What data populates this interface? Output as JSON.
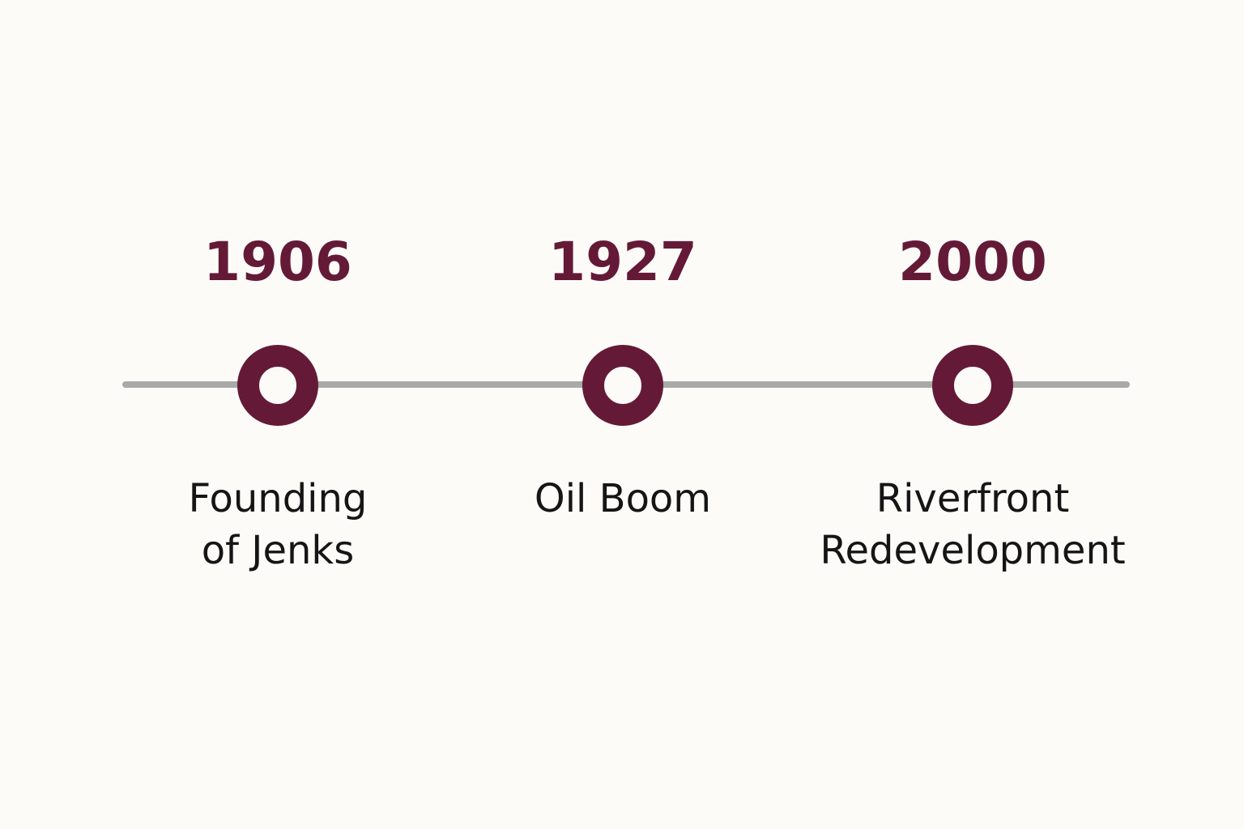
{
  "timeline": {
    "colors": {
      "accent": "#641a36",
      "line": "#a9a9a9",
      "text": "#151515",
      "background": "#fcfbf8"
    },
    "events": [
      {
        "year": "1906",
        "label_lines": [
          "Founding",
          "of Jenks"
        ]
      },
      {
        "year": "1927",
        "label_lines": [
          "Oil Boom"
        ]
      },
      {
        "year": "2000",
        "label_lines": [
          "Riverfront",
          "Redevelopment"
        ]
      }
    ]
  }
}
